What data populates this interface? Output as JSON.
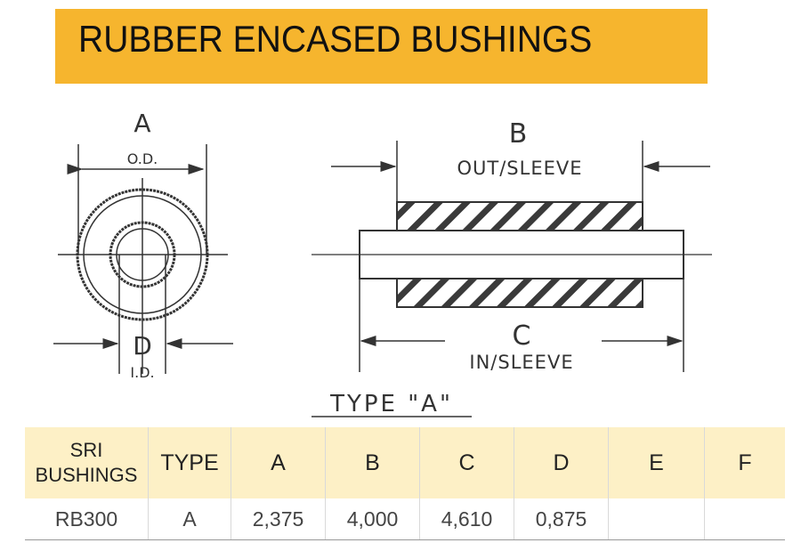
{
  "banner": {
    "title": "RUBBER ENCASED BUSHINGS",
    "color": "#f6b52e"
  },
  "drawing": {
    "front_view": {
      "dim_a_letter": "A",
      "dim_a_label": "O.D.",
      "dim_d_letter": "D",
      "dim_d_label": "I.D."
    },
    "side_view": {
      "dim_b_letter": "B",
      "dim_b_label": "OUT/SLEEVE",
      "dim_c_letter": "C",
      "dim_c_label": "IN/SLEEVE"
    },
    "type_label": "TYPE \"A\""
  },
  "table": {
    "header_bg": "#fdf0c6",
    "headers": [
      "SRI",
      "BUSHINGS",
      "TYPE",
      "A",
      "B",
      "C",
      "D",
      "E",
      "F"
    ],
    "rows": [
      [
        "RB300",
        "A",
        "2,375",
        "4,000",
        "4,610",
        "0,875",
        "",
        ""
      ]
    ]
  }
}
